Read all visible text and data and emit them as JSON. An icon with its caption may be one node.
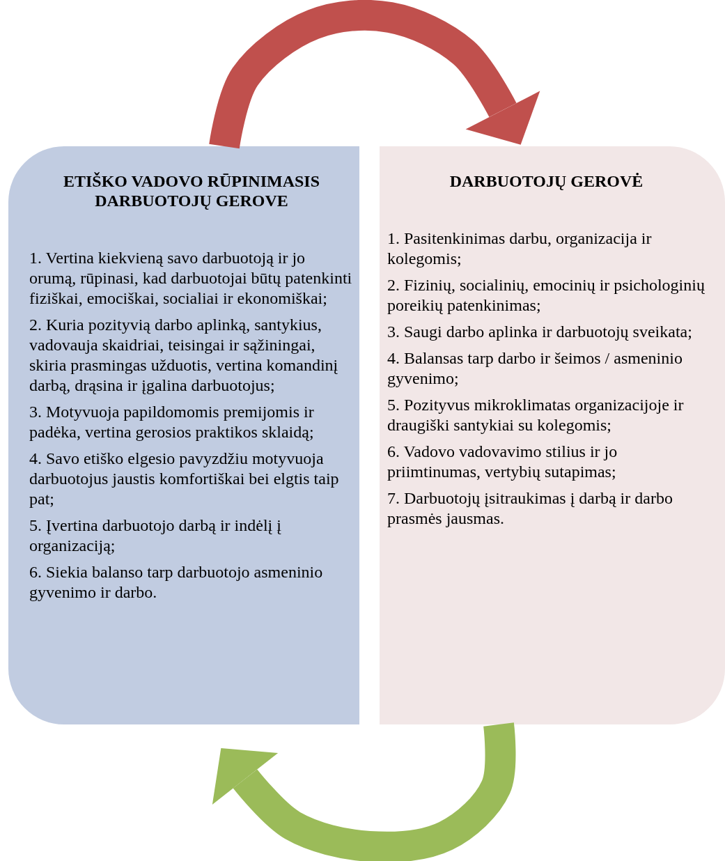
{
  "diagram": {
    "nodes": [
      {
        "text": [
          "ETIŠKO VADOVO RŪPINIMASIS DARBUOTOJŲ GEROVE",
          "1. Vertina kiekvieną savo darbuotoją ir jo orumą, rūpinasi, kad darbuotojai būtų patenkinti fiziškai, emociškai, socialiai ir ekonomiškai;",
          "2. Kuria pozityvią darbo aplinką, santykius, vadovauja skaidriai, teisingai ir sąžiningai, skiria prasmingas užduotis, vertina komandinį darbą, drąsina ir įgalina darbuotojus;",
          "3. Motyvuoja papildomomis premijomis ir padėka, vertina gerosios praktikos sklaidą;",
          "4. Savo etiško elgesio pavyzdžiu motyvuoja darbuotojus jaustis komfortiškai bei elgtis taip pat;",
          "5. Įvertina darbuotojo darbą ir indėlį į organizaciją;",
          "6. Siekia balanso tarp darbuotojo asmeninio gyvenimo ir darbo."
        ]
      },
      {
        "text": [
          "DARBUOTOJŲ GEROVĖ",
          "1. Pasitenkinimas darbu, organizacija ir kolegomis;",
          "2. Fizinių, socialinių, emocinių ir psichologinių poreikių patenkinimas;",
          "3. Saugi darbo aplinka ir darbuotojų sveikata;",
          "4. Balansas tarp darbo ir šeimos / asmeninio gyvenimo;",
          "5. Pozityvus mikroklimatas organizacijoje ir draugiški santykiai su kolegomis;",
          "6. Vadovo vadovavimo stilius ir jo priimtinumas, vertybių sutapimas;",
          "7. Darbuotojų įsitraukimas į darbą ir darbo prasmės jausmas."
        ]
      }
    ],
    "edges": [
      {
        "from": 0,
        "to": 1,
        "arrow": "to",
        "color": "#c0504d"
      },
      {
        "from": 1,
        "to": 0,
        "arrow": "to",
        "color": "#9bbb59"
      }
    ]
  }
}
